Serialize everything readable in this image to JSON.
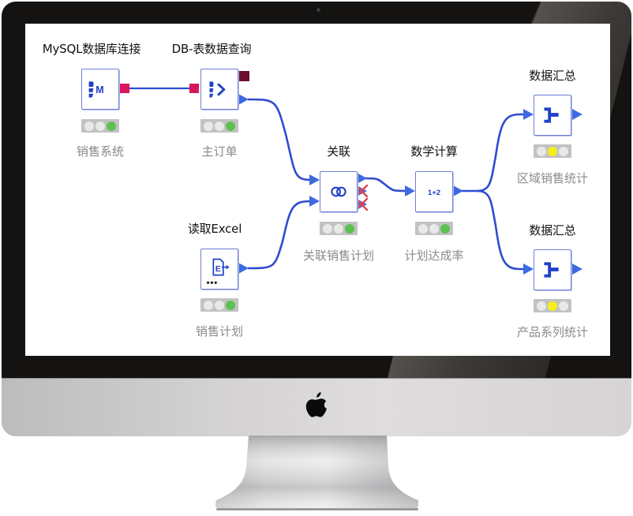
{
  "device": {
    "type": "iMac",
    "logo_icon": "apple-logo-icon"
  },
  "workflow": {
    "colors": {
      "connector": "#2f4bd0",
      "port_triangle": "#3d6ae0",
      "db_port": "#d8175a",
      "db_port_dark": "#6a0f2c",
      "status_green": "#5cc150",
      "status_yellow": "#f6ee1c",
      "status_off": "#e9e9e9",
      "node_border": "#6e7fd6",
      "inactive_port_x": "#e0454f"
    },
    "nodes": [
      {
        "id": "mysql",
        "title": "MySQL数据库连接",
        "label": "销售系统",
        "icon": "database-connector-icon",
        "status": "green"
      },
      {
        "id": "db_query",
        "title": "DB-表数据查询",
        "label": "主订单",
        "icon": "database-query-icon",
        "status": "green"
      },
      {
        "id": "excel",
        "title": "读取Excel",
        "label": "销售计划",
        "icon": "excel-reader-icon",
        "status": "green"
      },
      {
        "id": "join",
        "title": "关联",
        "label": "关联销售计划",
        "icon": "join-icon",
        "status": "green"
      },
      {
        "id": "math",
        "title": "数学计算",
        "label": "计划达成率",
        "icon": "math-formula-icon",
        "glyph": "1+2",
        "status": "green"
      },
      {
        "id": "agg_region",
        "title": "数据汇总",
        "label": "区域销售统计",
        "icon": "aggregate-icon",
        "status": "yellow"
      },
      {
        "id": "agg_product",
        "title": "数据汇总",
        "label": "产品系列统计",
        "icon": "aggregate-icon",
        "status": "yellow"
      }
    ],
    "connections": [
      {
        "from": "mysql",
        "to": "db_query",
        "type": "db"
      },
      {
        "from": "db_query",
        "to": "join",
        "type": "data"
      },
      {
        "from": "excel",
        "to": "join",
        "type": "data"
      },
      {
        "from": "join",
        "to": "math",
        "type": "data"
      },
      {
        "from": "math",
        "to": "agg_region",
        "type": "data"
      },
      {
        "from": "math",
        "to": "agg_product",
        "type": "data"
      }
    ]
  }
}
